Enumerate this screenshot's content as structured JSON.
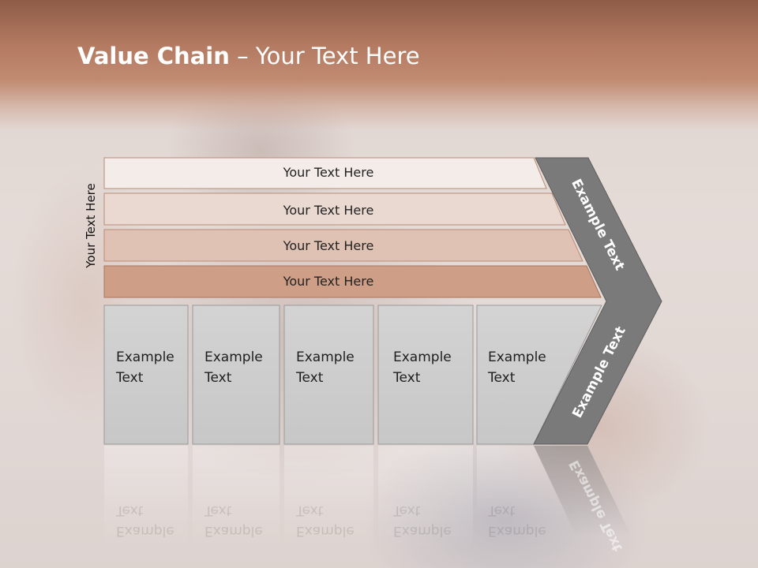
{
  "slide": {
    "title_bold": "Value Chain",
    "title_rest": " – Your Text Here",
    "side_label": "Your Text Here",
    "bars": [
      {
        "label": "Your Text Here",
        "color": "#f3ece8"
      },
      {
        "label": "Your Text Here",
        "color": "#ead9d0"
      },
      {
        "label": "Your Text Here",
        "color": "#dfc2b4"
      },
      {
        "label": "Your Text Here",
        "color": "#cf9e86"
      }
    ],
    "cells": [
      {
        "line1": "Example",
        "line2": "Text"
      },
      {
        "line1": "Example",
        "line2": "Text"
      },
      {
        "line1": "Example",
        "line2": "Text"
      },
      {
        "line1": "Example",
        "line2": "Text"
      },
      {
        "line1": "Example",
        "line2": "Text"
      }
    ],
    "chevron_upper_label": "Example Text",
    "chevron_lower_label": "Example Text",
    "colors": {
      "header": "#b47a62",
      "cell_fill": "#cfcfcf",
      "chevron": "#7a7a7a"
    }
  }
}
